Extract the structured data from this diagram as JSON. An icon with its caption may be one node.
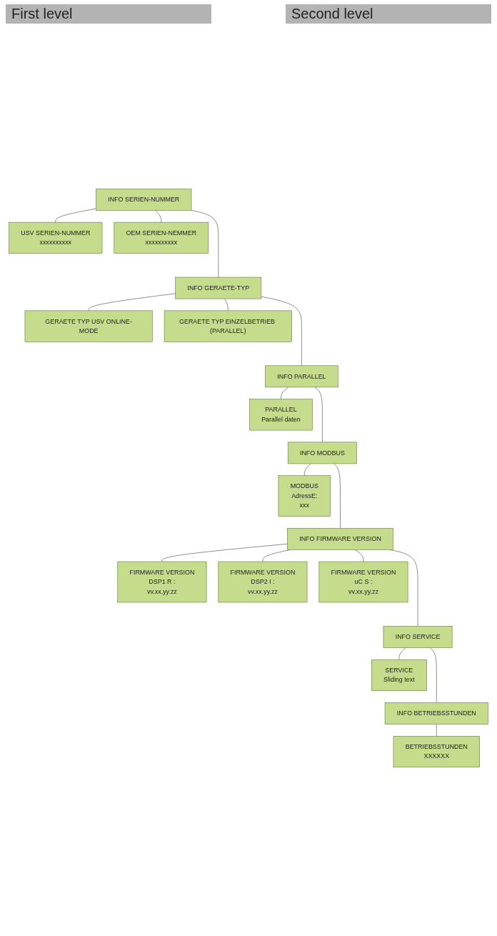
{
  "diagram": {
    "nodes": [
      {
        "text": [
          "INFO SERIEN-NUMMER"
        ]
      },
      {
        "text": [
          "USV SERIEN-NUMMER",
          "xxxxxxxxxx"
        ]
      },
      {
        "text": [
          "OEM SERIEN-NEMMER",
          "xxxxxxxxxx"
        ]
      },
      {
        "text": [
          "INFO GERAETE-TYP"
        ]
      },
      {
        "text": [
          "GERAETE TYP USV ONLINE-MODE"
        ]
      },
      {
        "text": [
          "GERAETE TYP EINZELBETRIEB (PARALLEL)"
        ]
      },
      {
        "text": [
          "INFO PARALLEL"
        ]
      },
      {
        "text": [
          "PARALLEL",
          "Parallel daten"
        ]
      },
      {
        "text": [
          "INFO MODBUS"
        ]
      },
      {
        "text": [
          "MODBUS",
          "AdressE:",
          "xxx"
        ]
      },
      {
        "text": [
          "INFO FIRMWARE VERSION"
        ]
      },
      {
        "text": [
          "FIRMWARE VERSION",
          "DSP1 R :",
          "vv.xx.yy.zz"
        ]
      },
      {
        "text": [
          "FIRMWARE VERSION",
          "DSP2 I :",
          "vv.xx.yy.zz"
        ]
      },
      {
        "text": [
          "FIRMWARE VERSION",
          "uC S :",
          "vv.xx.yy.zz"
        ]
      },
      {
        "text": [
          "INFO SERVICE"
        ]
      },
      {
        "text": [
          "SERVICE",
          "Sliding text"
        ]
      },
      {
        "text": [
          "INFO BETRIEBSSTUNDEN"
        ]
      },
      {
        "text": [
          "BETRIEBSSTUNDEN",
          "XXXXXX"
        ]
      }
    ],
    "edges": [
      {
        "from": 0,
        "to": 1,
        "arrow": "none"
      },
      {
        "from": 0,
        "to": 2,
        "arrow": "none"
      },
      {
        "from": 0,
        "to": 3,
        "arrow": "none"
      },
      {
        "from": 3,
        "to": 4,
        "arrow": "none"
      },
      {
        "from": 3,
        "to": 5,
        "arrow": "none"
      },
      {
        "from": 3,
        "to": 6,
        "arrow": "none"
      },
      {
        "from": 6,
        "to": 7,
        "arrow": "none"
      },
      {
        "from": 6,
        "to": 8,
        "arrow": "none"
      },
      {
        "from": 8,
        "to": 9,
        "arrow": "none"
      },
      {
        "from": 8,
        "to": 10,
        "arrow": "none"
      },
      {
        "from": 10,
        "to": 11,
        "arrow": "none"
      },
      {
        "from": 10,
        "to": 12,
        "arrow": "none"
      },
      {
        "from": 10,
        "to": 13,
        "arrow": "none"
      },
      {
        "from": 10,
        "to": 14,
        "arrow": "none"
      },
      {
        "from": 14,
        "to": 15,
        "arrow": "none"
      },
      {
        "from": 14,
        "to": 16,
        "arrow": "none"
      },
      {
        "from": 16,
        "to": 17,
        "arrow": "none"
      }
    ],
    "labels": [
      "First level",
      "Second level"
    ]
  }
}
